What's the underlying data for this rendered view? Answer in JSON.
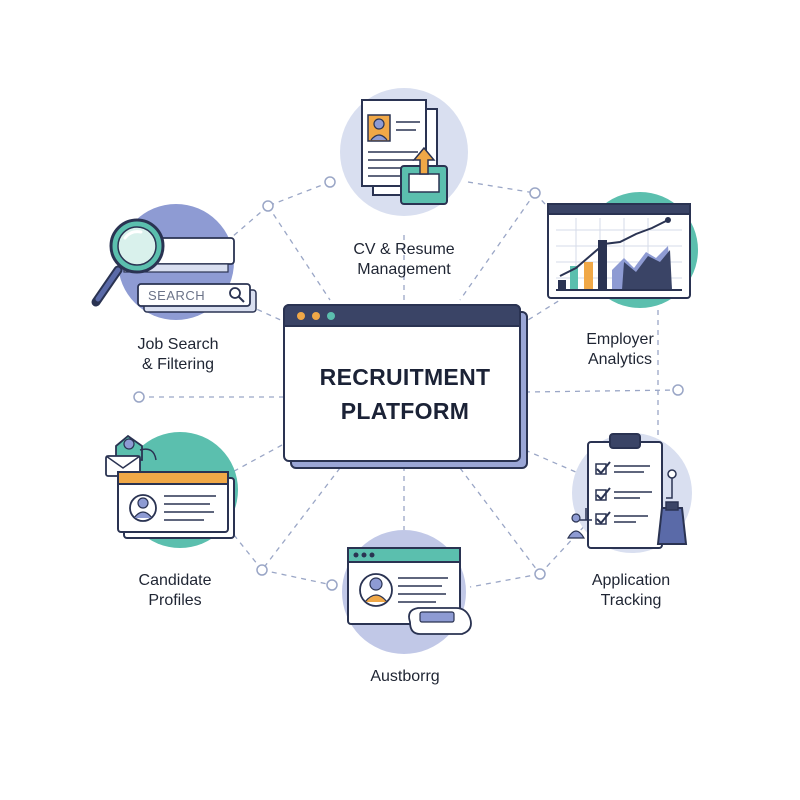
{
  "center": {
    "line1": "RECRUITMENT",
    "line2": "PLATFORM"
  },
  "features": {
    "cv": {
      "line1": "CV & Resume",
      "line2": "Management",
      "icon": "resume-upload-icon"
    },
    "analytics": {
      "line1": "Employer",
      "line2": "Analytics",
      "icon": "analytics-chart-icon"
    },
    "tracking": {
      "line1": "Application",
      "line2": "Tracking",
      "icon": "checklist-clipboard-icon"
    },
    "bottom": {
      "line1": "Austborrg",
      "icon": "profile-window-icon"
    },
    "profiles": {
      "line1": "Candidate",
      "line2": "Profiles",
      "icon": "candidate-card-icon"
    },
    "search": {
      "line1": "Job Search",
      "line2": "& Filtering",
      "icon": "magnifier-icon",
      "search_placeholder": "SEARCH"
    }
  },
  "colors": {
    "navy": "#2a3352",
    "teal": "#5bbfae",
    "lavender": "#8e9bd3",
    "pale_blue": "#d9dff0",
    "orange": "#f0a847",
    "dashed_line": "#9aa6c6"
  }
}
